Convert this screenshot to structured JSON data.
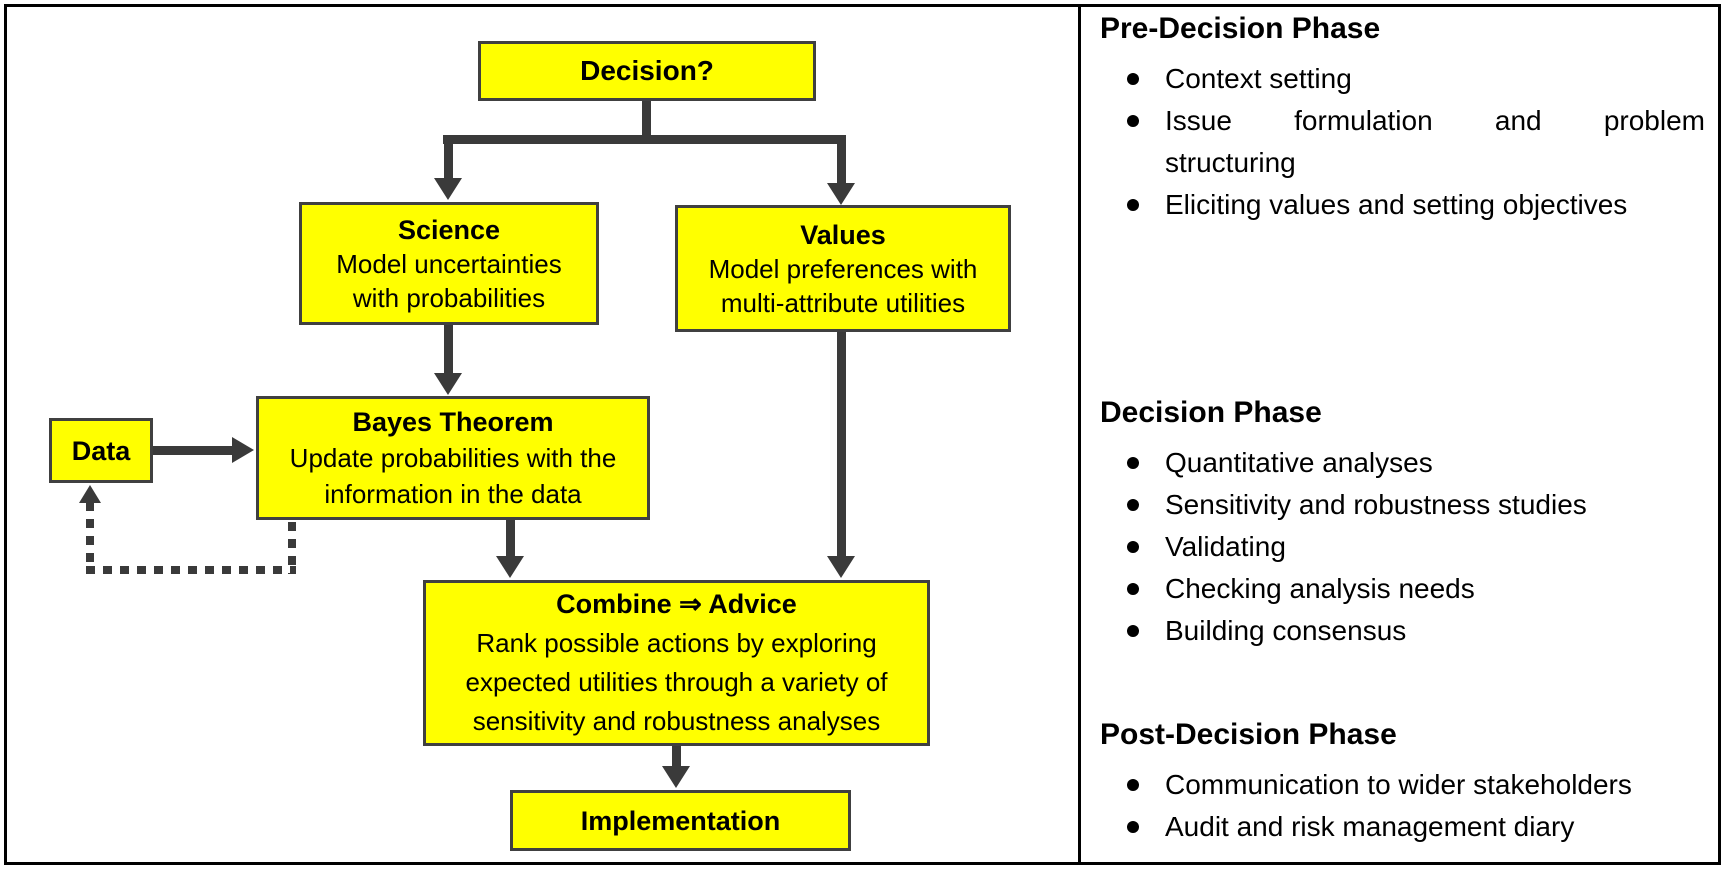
{
  "flowchart": {
    "decision": {
      "title": "Decision?"
    },
    "science": {
      "title": "Science",
      "lines": [
        "Model uncertainties",
        "with probabilities"
      ]
    },
    "values": {
      "title": "Values",
      "lines": [
        "Model preferences with",
        "multi-attribute utilities"
      ]
    },
    "data": {
      "title": "Data"
    },
    "bayes": {
      "title": "Bayes Theorem",
      "lines": [
        "Update probabilities with the",
        "information in the data"
      ]
    },
    "combine": {
      "title": "Combine ⇒ Advice",
      "lines": [
        "Rank possible actions by exploring",
        "expected utilities through a variety of",
        "sensitivity and robustness analyses"
      ]
    },
    "implementation": {
      "title": "Implementation"
    },
    "colors": {
      "box_fill": "#FFFF00",
      "box_border": "#404040",
      "arrow": "#3A3A3A",
      "outer_border": "#000000"
    }
  },
  "panel": {
    "sections": [
      {
        "heading": "Pre-Decision Phase",
        "items": [
          "Context setting",
          {
            "line1": "Issue formulation and problem",
            "line2": "structuring"
          },
          "Eliciting values and setting objectives"
        ]
      },
      {
        "heading": "Decision Phase",
        "items": [
          "Quantitative analyses",
          "Sensitivity and robustness studies",
          "Validating",
          "Checking analysis needs",
          "Building consensus"
        ]
      },
      {
        "heading": "Post-Decision Phase",
        "items": [
          "Communication to wider stakeholders",
          "Audit and risk management diary"
        ]
      }
    ]
  }
}
